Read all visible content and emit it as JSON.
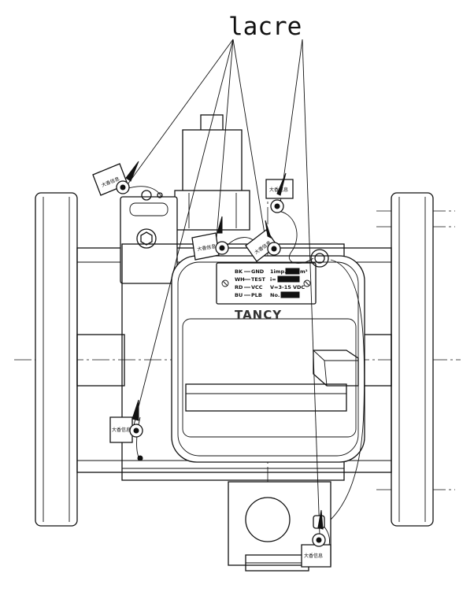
{
  "diagram": {
    "callout_label": "lacre",
    "brand": "TANCY",
    "nameplate": {
      "wires": [
        {
          "color": "BK",
          "signal": "GND"
        },
        {
          "color": "WH",
          "signal": "TEST"
        },
        {
          "color": "RD",
          "signal": "VCC"
        },
        {
          "color": "BU",
          "signal": "PLB"
        }
      ],
      "spec_lines": [
        "1imp.=",
        "i=",
        "V=3-15 VDC",
        "No."
      ],
      "unit_m3": "m³"
    },
    "seal_tag_text": "大香信息",
    "seal_count": 6
  }
}
